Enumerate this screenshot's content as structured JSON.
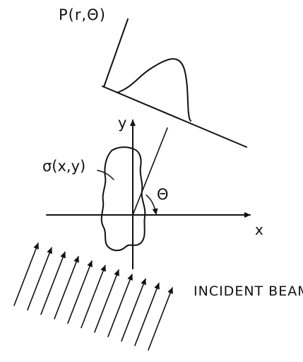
{
  "labels": {
    "projection": "P(r,Θ)",
    "y_axis": "y",
    "x_axis": "x",
    "angle": "Θ",
    "object": "σ(x,y)",
    "beam": "INCIDENT BEAM"
  },
  "colors": {
    "ink": "#111111",
    "background": "#ffffff"
  },
  "beam_arrow_count": 11
}
